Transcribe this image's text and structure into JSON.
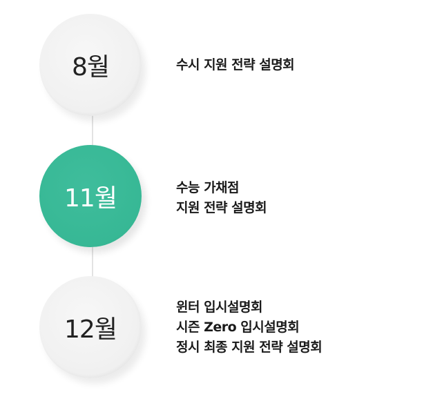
{
  "timeline": {
    "items": [
      {
        "month": "8월",
        "highlighted": false,
        "lines": [
          "수시 지원 전략 설명회"
        ]
      },
      {
        "month": "11월",
        "highlighted": true,
        "lines": [
          "수능 가채점",
          "지원 전략 설명회"
        ]
      },
      {
        "month": "12월",
        "highlighted": false,
        "lines": [
          "윈터 입시설명회",
          "시즌 Zero 입시설명회",
          "정시 최종 지원 전략 설명회"
        ]
      }
    ]
  },
  "colors": {
    "highlight": "#37b895",
    "neutral_circle": "#f1f1f1",
    "connector": "#e3e3e3",
    "text": "#1a1a1a"
  }
}
